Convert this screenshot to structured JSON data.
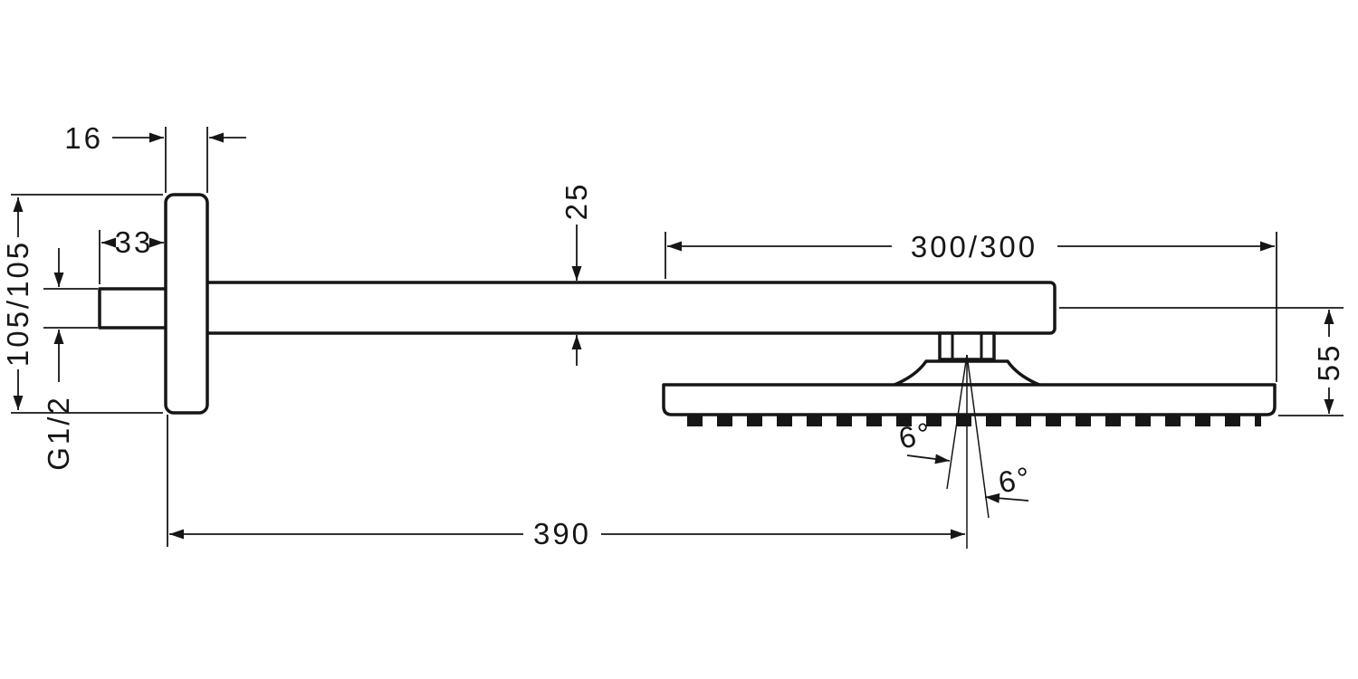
{
  "drawing": {
    "type": "technical-dimension-drawing",
    "subject": "wall-mounted overhead shower head with square shower arm, side elevation",
    "colors": {
      "line": "#161616",
      "background": "#ffffff"
    },
    "labels": {
      "plate_thickness": "16",
      "stub_length": "33",
      "plate_size": "105/105",
      "thread_size": "G1/2",
      "arm_profile_height": "25",
      "head_size": "300/300",
      "head_depth": "55",
      "arm_length": "390",
      "spray_angle_left": "6°",
      "spray_angle_right": "6°"
    }
  }
}
